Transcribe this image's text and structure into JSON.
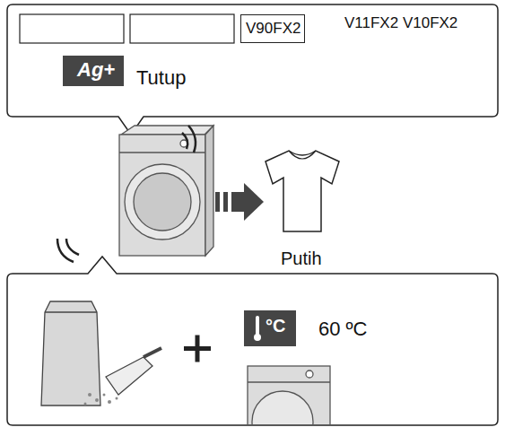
{
  "diagram": {
    "nodes": [
      {
        "text": [
          "Tutup"
        ]
      },
      {
        "text": [
          "V90FX2"
        ],
        "in": 0
      },
      {
        "text": [
          "60 ºC"
        ]
      }
    ],
    "labels": [
      "V11FX2 V10FX2",
      "Ag+",
      "Putih",
      "°C"
    ]
  }
}
